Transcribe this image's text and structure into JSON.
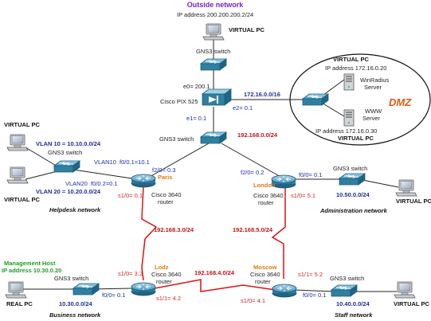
{
  "title": "Outside network",
  "dmz": {
    "label": "DMZ",
    "virtual_pc_top": "VIRTUAL PC",
    "ip_top": "IP address  172.16.0.20",
    "winradius_line1": "WinRadius",
    "winradius_line2": "Server",
    "www_line1": "WWW",
    "www_line2": "Server",
    "ip_bottom": "IP address 172.16.0.30",
    "virtual_pc_bottom": "VIRTUAL PC"
  },
  "outside": {
    "ip": "IP address  200.200.200.2/24",
    "pc": "VIRTUAL PC",
    "switch": "GNS3 switch"
  },
  "firewall": {
    "e0": "e0= 200.1",
    "name": "Cisco PIX 525",
    "dmz_net": "172.16.0.0/16",
    "e2": "e2= 0.1",
    "e1": "e1= 0.1"
  },
  "core": {
    "switch": "GNS3 switch",
    "net": "192.168.0.0/24"
  },
  "paris": {
    "name": "Paris",
    "model_line1": "Cisco 3640",
    "model_line2": "router",
    "f20": "f2/0= 0.3",
    "s10": "s1/0= 0.1",
    "f01": "f0/0.1=10.1",
    "f02": "f0/0.2=0.1"
  },
  "london": {
    "name": "London",
    "model_line1": "Cisco 3640",
    "model_line2": "router",
    "f20": "f2/0= 0.2",
    "f00": "f0/0= 0.1",
    "s10": "s1/0= 5.1"
  },
  "helpdesk": {
    "pc_top": "VIRTUAL PC",
    "pc_bottom": "VIRTUAL PC",
    "vlan10": "VLAN 10 = 10.10.0.0/24",
    "vlan20": "VLAN 20 = 10.20.0.0/24",
    "switch": "GNS3 switch",
    "vlan10_label": "VLAN10",
    "vlan20_label": "VLAN20",
    "network": "Helpdesk network"
  },
  "admin": {
    "switch": "GNS3 switch",
    "net": "10.50.0.0/24",
    "pc": "VIRTUAL PC",
    "network": "Administration network"
  },
  "serial_links": {
    "paris_lodz": "192.168.3.0/24",
    "london_moscow": "192.168.5.0/24",
    "lodz_moscow": "192.168.4.0/24"
  },
  "lodz": {
    "name": "Lodz",
    "model_line1": "Cisco 3640",
    "model_line2": "router",
    "s10": "s1/0= 3.2",
    "f00": "f0/0= 0.1",
    "s11": "s1/1= 4.2"
  },
  "moscow": {
    "name": "Moscow",
    "model_line1": "Cisco 3640",
    "model_line2": "router",
    "s11": "s1/1= 5.2",
    "s10": "s1/0= 4.1",
    "f00": "f0/0= 0.1"
  },
  "business": {
    "mgmt_title": "Management Host",
    "mgmt_ip": "IP address  10.30.0.20",
    "switch": "GNS3 switch",
    "pc": "REAL PC",
    "net": "10.30.0.0/24",
    "network": "Business network"
  },
  "staff": {
    "switch": "GNS3 switch",
    "net": "10.40.0.0/24",
    "pc": "VIRTUAL PC",
    "network": "Staff network"
  },
  "colors": {
    "switch": "#2f7fa0",
    "router": "#2f7fa0",
    "serial": "#e01010",
    "title": "#7a1fbf",
    "dmz": "#e05a10"
  }
}
